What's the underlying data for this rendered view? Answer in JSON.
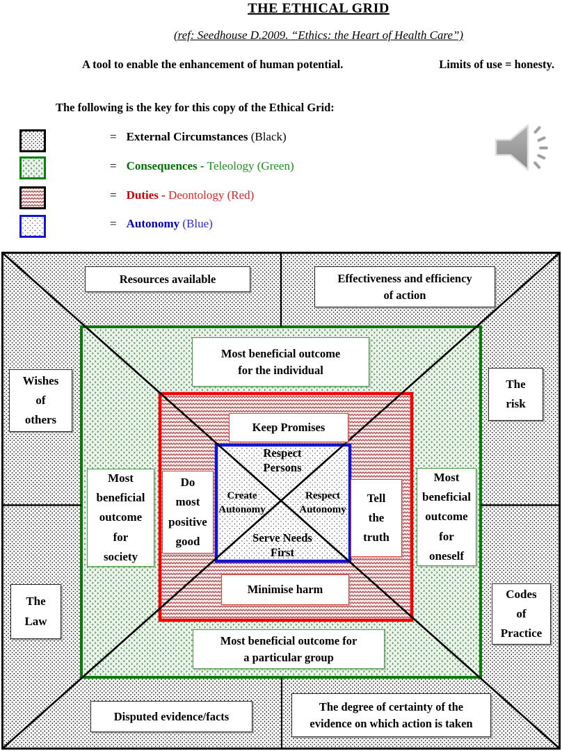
{
  "slide": {
    "title": "THE ETHICAL GRID",
    "reference": "(ref: Seedhouse D.2009. “Ethics: the Heart of Health Care”)",
    "tagline_left": "A tool to enable the enhancement of human potential.",
    "tagline_right": "Limits of use = honesty.",
    "key_heading": "The following is the key for this copy of the Ethical Grid:"
  },
  "key": {
    "equals_sign": "=",
    "items": [
      {
        "term": "External Circumstances",
        "rest": " (Black)",
        "term_color": "#000000",
        "rest_color": "#000000",
        "swatch_border": "#000000",
        "swatch_pattern": "black-dots"
      },
      {
        "term": "Consequences - ",
        "rest": "Teleology (Green)",
        "term_color": "#047204",
        "rest_color": "#1d8f1d",
        "swatch_border": "#058205",
        "swatch_pattern": "green-diamonds"
      },
      {
        "term": "Duties - ",
        "rest": "Deontology (Red)",
        "term_color": "#cc0000",
        "rest_color": "#e32222",
        "swatch_border": "#000000",
        "swatch_pattern": "red-zigzag"
      },
      {
        "term": "Autonomy",
        "rest": " (Blue)",
        "term_color": "#0000bb",
        "rest_color": "#2a2ad8",
        "swatch_border": "#1515cc",
        "swatch_pattern": "blue-dots"
      }
    ]
  },
  "audio": {
    "icon": "speaker-with-sound-waves"
  },
  "grid": {
    "colors": {
      "external_black": "#000000",
      "consequences_green": "#077907",
      "duties_red": "#f40000",
      "autonomy_blue": "#1313d6"
    },
    "external": {
      "top_left": "Resources available",
      "top_right": "Effectiveness and efficiency\nof action",
      "left_upper": "Wishes\nof\nothers",
      "right_upper": "The\nrisk",
      "left_lower": "The\nLaw",
      "right_lower": "Codes\nof\nPractice",
      "bottom_left": "Disputed evidence/facts",
      "bottom_right": "The degree of certainty of the\nevidence on which action is taken"
    },
    "consequences": {
      "top": "Most beneficial outcome\nfor the individual",
      "left": "Most\nbeneficial\noutcome\nfor\nsociety",
      "right": "Most\nbeneficial\noutcome\nfor\noneself",
      "bottom": "Most beneficial outcome for\na particular group"
    },
    "duties": {
      "top": "Keep Promises",
      "left": "Do\nmost\npositive\ngood",
      "right": "Tell\nthe\ntruth",
      "bottom": "Minimise harm"
    },
    "autonomy": {
      "top": "Respect\nPersons",
      "left": "Create\nAutonomy",
      "right": "Respect\nAutonomy",
      "bottom": "Serve Needs\nFirst"
    }
  }
}
